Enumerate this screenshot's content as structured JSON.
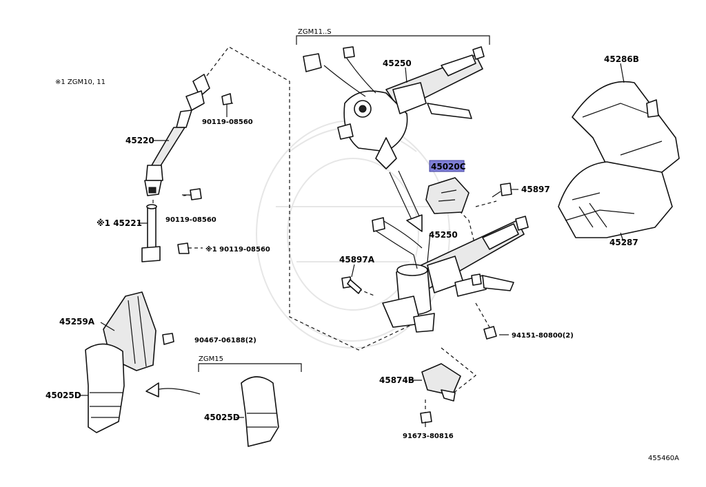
{
  "diagram": {
    "figure_id": "455460A",
    "variant_labels": {
      "zgm11s": "ZGM11..S",
      "zgm15": "ZGM15",
      "note_zgm10_11": "※1 ZGM10, 11"
    },
    "parts": {
      "p45250_top": "45250",
      "p45250_bottom": "45250",
      "p45286B": "45286B",
      "p45287": "45287",
      "p45020C": "45020C",
      "p45897": "45897",
      "p45897A": "45897A",
      "p45220": "45220",
      "p90119_08560_a": "90119-08560",
      "p90119_08560_b": "90119-08560",
      "p90119_08560_c": "※1 90119-08560",
      "p45221": "※1 45221",
      "p45259A": "45259A",
      "p90467": "90467-06188(2)",
      "p45025D_left": "45025D",
      "p45025D_right": "45025D",
      "p45874B": "45874B",
      "p91673": "91673-80816",
      "p94151": "94151-80800(2)"
    },
    "highlight_color": "#7f7fd6"
  }
}
